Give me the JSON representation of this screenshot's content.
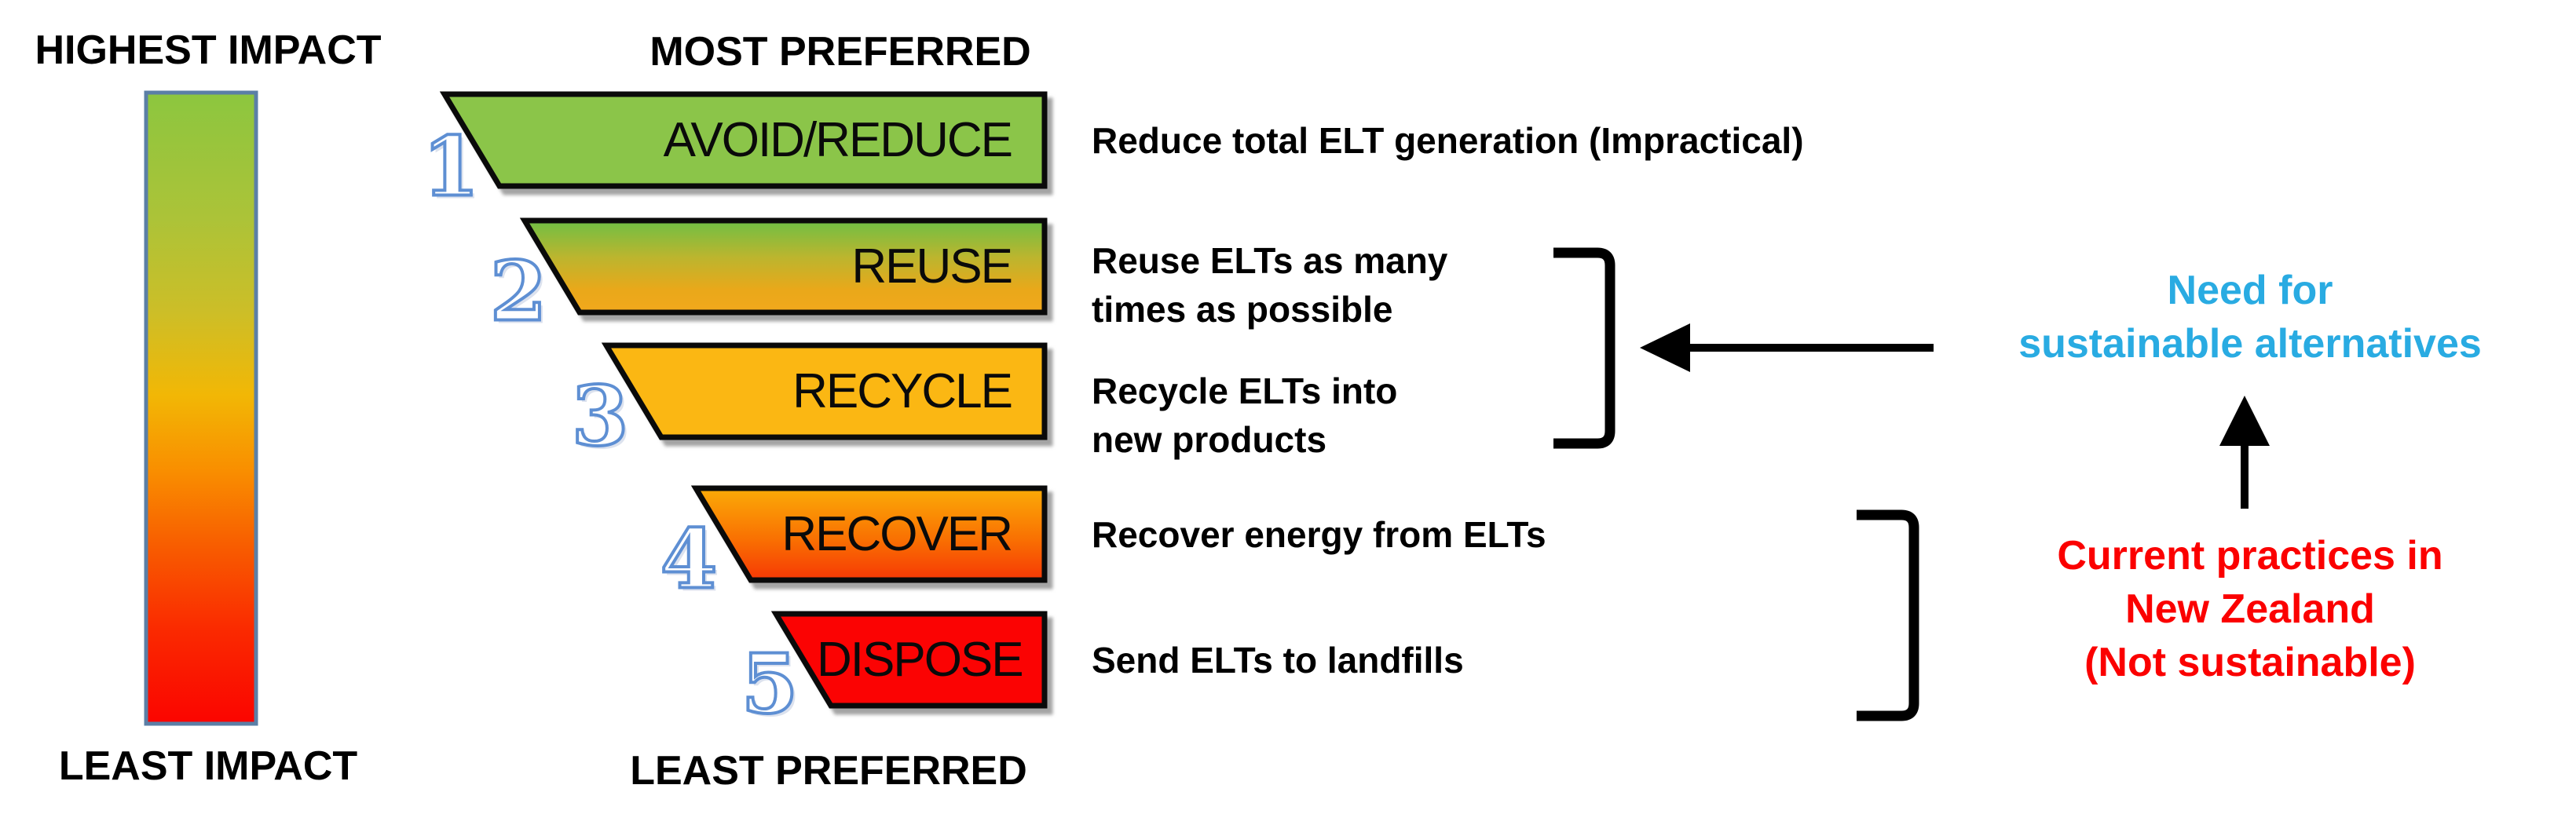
{
  "titles": {
    "highest_impact": "HIGHEST IMPACT",
    "least_impact": "LEAST IMPACT",
    "most_preferred": "MOST PREFERRED",
    "least_preferred": "LEAST PREFERRED"
  },
  "steps": [
    {
      "number": "1",
      "label": "AVOID/REDUCE",
      "desc_line1": "Reduce total ELT generation (Impractical)"
    },
    {
      "number": "2",
      "label": "REUSE",
      "desc_line1": "Reuse ELTs as many",
      "desc_line2": "times as possible"
    },
    {
      "number": "3",
      "label": "RECYCLE",
      "desc_line1": "Recycle ELTs into",
      "desc_line2": "new products"
    },
    {
      "number": "4",
      "label": "RECOVER",
      "desc_line1": "Recover energy from ELTs"
    },
    {
      "number": "5",
      "label": "DISPOSE",
      "desc_line1": "Send ELTs to landfills"
    }
  ],
  "annotations": {
    "need_for": {
      "line1": "Need for",
      "line2": "sustainable alternatives",
      "color": "#29ABE2"
    },
    "current_practices": {
      "line1": "Current practices in",
      "line2": "New Zealand",
      "line3": "(Not sustainable)",
      "color": "#FB0000"
    }
  },
  "colors": {
    "step1_fill": "#8BC549",
    "step2_fill_top": "#6FBF44",
    "step2_fill_bottom": "#F2A81C",
    "step3_fill": "#FBB713",
    "step4_fill_top": "#FBAB07",
    "step4_fill_bottom": "#F63805",
    "step5_fill": "#FB0303",
    "impact_bar_top": "#8CC63F",
    "impact_bar_bottom": "#FB0400",
    "bar_border": "#5B7FA6",
    "number_outline": "#5E8FD3",
    "shape_border": "#000000",
    "need_text": "#29ABE2",
    "current_text": "#FB0000",
    "text": "#000000"
  }
}
